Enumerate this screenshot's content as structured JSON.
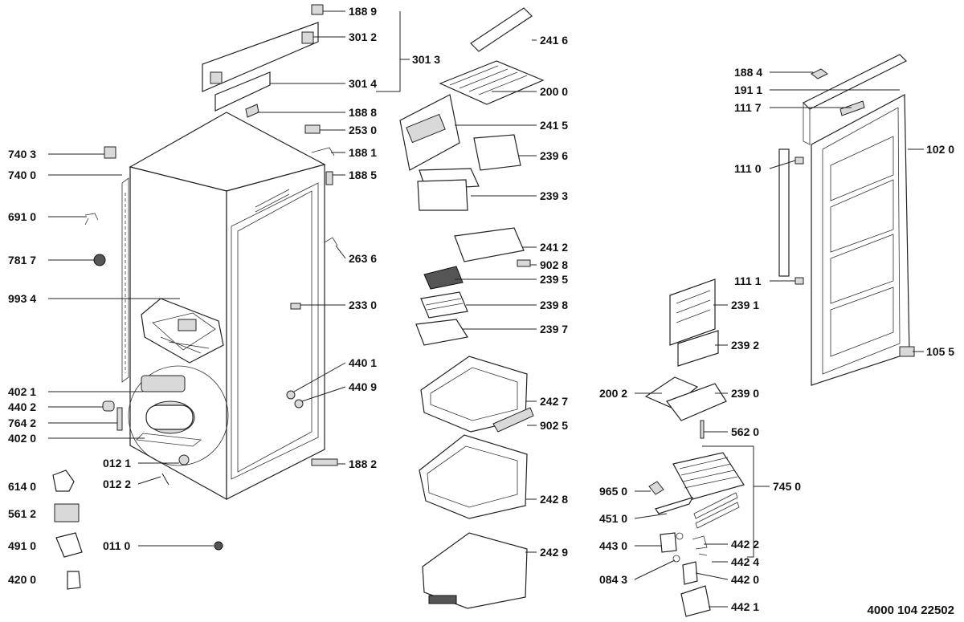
{
  "document_number": "4000 104 22502",
  "part_numbers": [
    "188 9",
    "301 2",
    "301 3",
    "301 4",
    "188 8",
    "253 0",
    "188 1",
    "188 5",
    "740 3",
    "740 0",
    "691 0",
    "781 7",
    "993 4",
    "263 6",
    "233 0",
    "440 1",
    "440 9",
    "402 1",
    "440 2",
    "764 2",
    "402 0",
    "012 1",
    "012 2",
    "188 2",
    "614 0",
    "561 2",
    "491 0",
    "011 0",
    "420 0",
    "241 6",
    "200 0",
    "241 5",
    "239 6",
    "239 3",
    "241 2",
    "902 8",
    "239 5",
    "239 8",
    "239 7",
    "242 7",
    "902 5",
    "242 8",
    "242 9",
    "188 4",
    "191 1",
    "111 7",
    "102 0",
    "111 0",
    "111 1",
    "239 1",
    "239 2",
    "105 5",
    "200 2",
    "239 0",
    "562 0",
    "965 0",
    "745 0",
    "451 0",
    "443 0",
    "442 2",
    "442 4",
    "084 3",
    "442 0",
    "442 1"
  ]
}
